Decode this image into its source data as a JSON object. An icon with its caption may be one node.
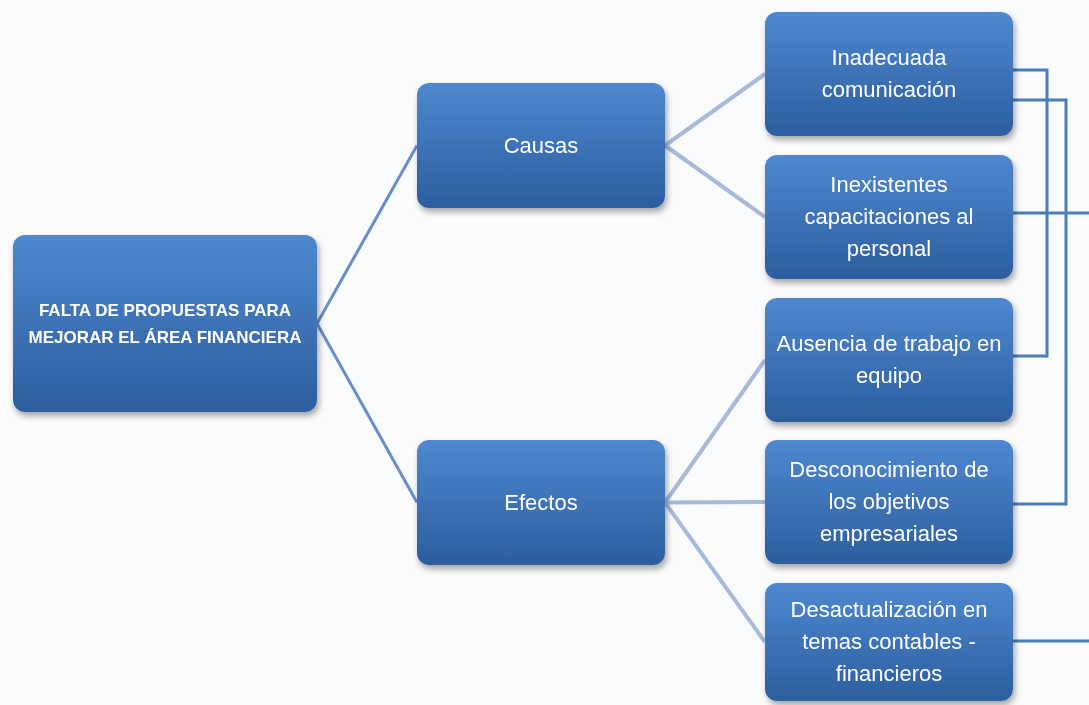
{
  "diagram": {
    "nodes": [
      {
        "text": [
          "FALTA DE PROPUESTAS PARA MEJORAR EL ÁREA FINANCIERA"
        ]
      },
      {
        "text": [
          "Causas"
        ]
      },
      {
        "text": [
          "Efectos"
        ]
      },
      {
        "text": [
          "Inadecuada comunicación"
        ]
      },
      {
        "text": [
          "Inexistentes capacitaciones al personal"
        ]
      },
      {
        "text": [
          "Ausencia de trabajo en equipo"
        ]
      },
      {
        "text": [
          "Desconocimiento de los objetivos empresariales"
        ]
      },
      {
        "text": [
          "Desactualización en temas contables - financieros"
        ]
      }
    ],
    "edges": [
      {
        "from": 0,
        "to": 1,
        "arrow": "none",
        "color": "#6a8ccc"
      },
      {
        "from": 0,
        "to": 2,
        "arrow": "none",
        "color": "#6a8ccc"
      },
      {
        "from": 1,
        "to": 3,
        "arrow": "none"
      },
      {
        "from": 1,
        "to": 4,
        "arrow": "none"
      },
      {
        "from": 2,
        "to": 5,
        "arrow": "none"
      },
      {
        "from": 2,
        "to": 6,
        "arrow": "none"
      },
      {
        "from": 2,
        "to": 7,
        "arrow": "none"
      },
      {
        "from": 3,
        "to": 5,
        "arrow": "none",
        "color": "#4a7ebb"
      },
      {
        "from": 3,
        "to": 6,
        "arrow": "none",
        "color": "#4a7ebb"
      },
      {
        "from": 4,
        "to": null,
        "arrow": "none",
        "color": "#4a7ebb"
      },
      {
        "from": 7,
        "to": null,
        "arrow": "none",
        "color": "#4a7ebb"
      }
    ]
  }
}
